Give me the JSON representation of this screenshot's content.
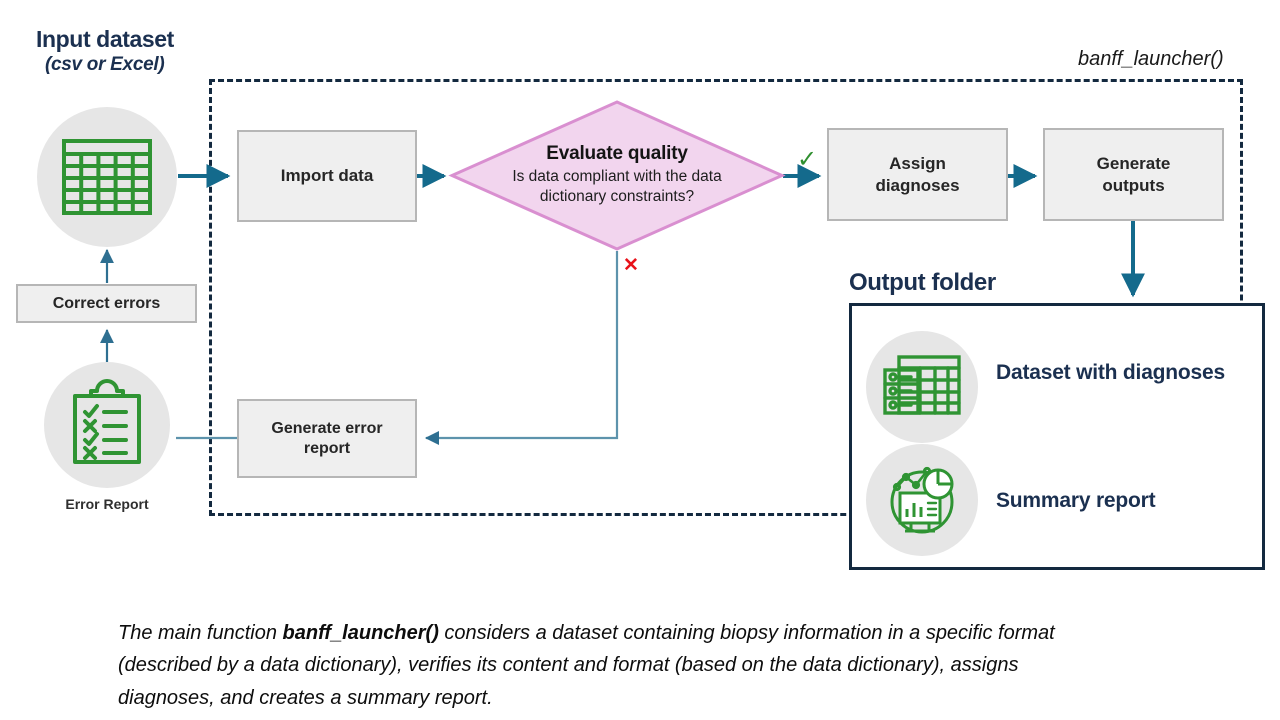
{
  "labels": {
    "input_heading": "Input dataset",
    "input_subheading": "(csv or Excel)",
    "function_name": "banff_launcher()",
    "output_heading": "Output folder",
    "error_report_caption": "Error Report"
  },
  "nodes": {
    "import_data": "Import data",
    "evaluate_title": "Evaluate quality",
    "evaluate_question": "Is data compliant with the data dictionary constraints?",
    "assign_diagnoses": "Assign\ndiagnoses",
    "generate_outputs": "Generate\noutputs",
    "generate_error_report": "Generate error\nreport",
    "correct_errors": "Correct errors"
  },
  "branches": {
    "yes_symbol": "✓",
    "no_symbol": "✕"
  },
  "output_items": [
    {
      "label": "Dataset with diagnoses",
      "icon": "dataset-table-icon"
    },
    {
      "label": "Summary report",
      "icon": "summary-chart-icon"
    }
  ],
  "caption": {
    "part1": "The main function ",
    "bold": "banff_launcher()",
    "part2": " considers a dataset containing biopsy information in a specific format (described by a data dictionary), verifies its content and format (based on the data dictionary), assigns diagnoses, and creates a summary report."
  },
  "colors": {
    "navy": "#13293f",
    "arrow_blue": "#1f6a8c",
    "arrow_teal": "#146a8c",
    "diamond_fill": "#f2d5ee",
    "diamond_stroke": "#d98fd0",
    "box_fill": "#efefef",
    "box_stroke": "#b6b6b6",
    "icon_green": "#2f9433",
    "check_green": "#2f8f2f",
    "x_red": "#e8121a",
    "circle_grey": "#e6e6e6"
  }
}
